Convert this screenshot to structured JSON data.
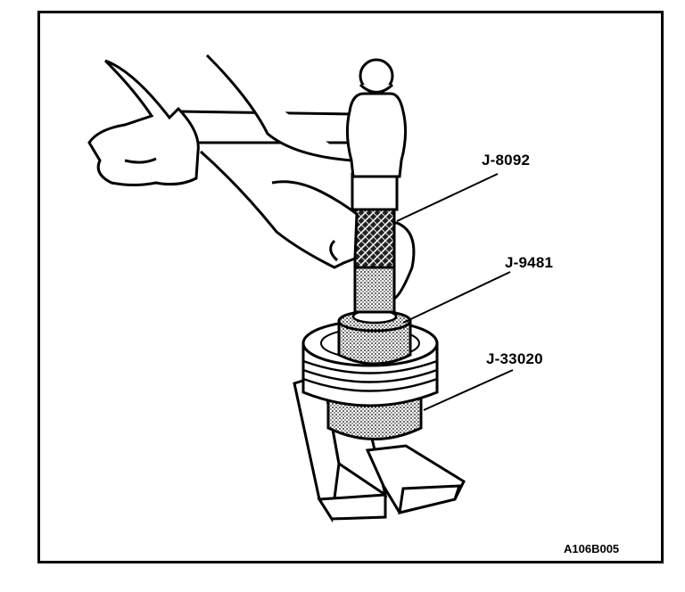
{
  "labels": {
    "bearing_driver_handle": "J-8092",
    "installer": "J-9481",
    "holding_fixture": "J-33020"
  },
  "figure_id": "A106B005",
  "colors": {
    "ink": "#000000",
    "paper": "#ffffff"
  }
}
